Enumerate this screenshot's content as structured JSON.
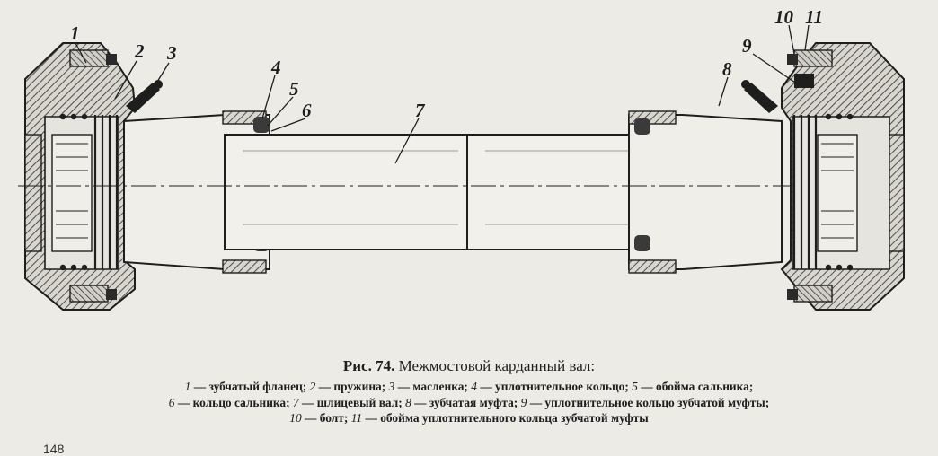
{
  "figure": {
    "number": "Рис. 74.",
    "title": "Межмостовой карданный вал:"
  },
  "callouts": [
    "1",
    "2",
    "3",
    "4",
    "5",
    "6",
    "7",
    "8",
    "9",
    "10",
    "11"
  ],
  "legend": [
    {
      "num": "1",
      "text": "— зубчатый фланец;"
    },
    {
      "num": "2",
      "text": "— пружина;"
    },
    {
      "num": "3",
      "text": "— масленка;"
    },
    {
      "num": "4",
      "text": "— уплотнительное кольцо;"
    },
    {
      "num": "5",
      "text": "— обойма сальника;"
    },
    {
      "num": "6",
      "text": "— кольцо сальника;"
    },
    {
      "num": "7",
      "text": "— шлицевый вал;"
    },
    {
      "num": "8",
      "text": "— зубчатая муфта;"
    },
    {
      "num": "9",
      "text": "— уплотнительное кольцо зубчатой муфты;"
    },
    {
      "num": "10",
      "text": "— болт;"
    },
    {
      "num": "11",
      "text": "— обойма уплотнительного кольца зубчатой муфты"
    }
  ],
  "page_number": "148"
}
